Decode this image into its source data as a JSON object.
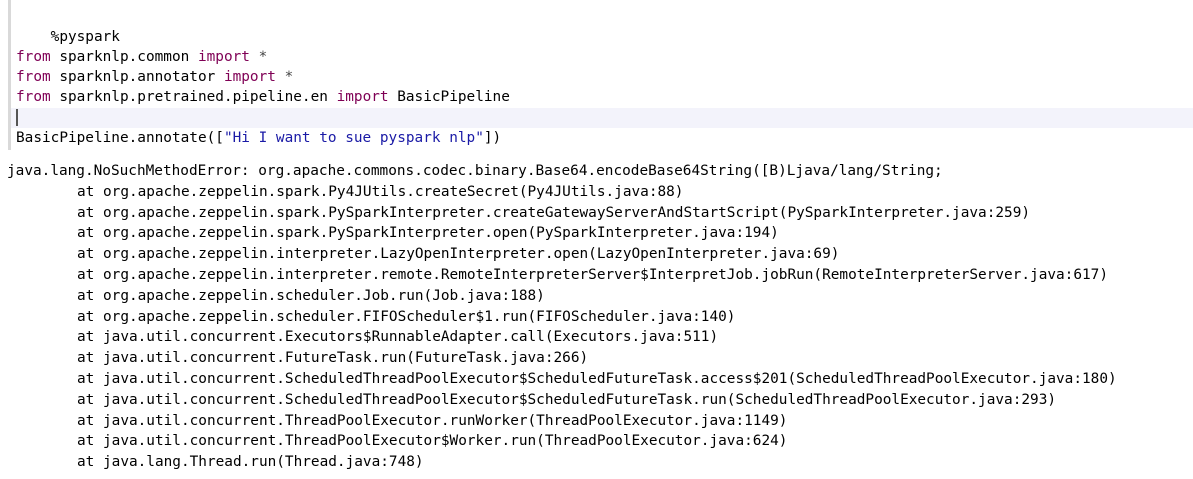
{
  "editor": {
    "magic": "%pyspark",
    "imports": [
      {
        "kw_from": "from",
        "module": " sparknlp.common ",
        "kw_import": "import",
        "target": " *"
      },
      {
        "kw_from": "from",
        "module": " sparknlp.annotator ",
        "kw_import": "import",
        "target": " *"
      },
      {
        "kw_from": "from",
        "module": " sparknlp.pretrained.pipeline.en ",
        "kw_import": "import",
        "target": " BasicPipeline"
      }
    ],
    "call": {
      "prefix": "BasicPipeline.annotate([",
      "string": "\"Hi I want to sue pyspark nlp\"",
      "suffix": "])"
    },
    "colors": {
      "keyword": "#7f0055",
      "string": "#1a1aa6",
      "active_line_bg": "#f3f3fb",
      "gutter_border": "#d9d9d9"
    }
  },
  "output": {
    "error": "java.lang.NoSuchMethodError: org.apache.commons.codec.binary.Base64.encodeBase64String([B)Ljava/lang/String;",
    "frames": [
      "at org.apache.zeppelin.spark.Py4JUtils.createSecret(Py4JUtils.java:88)",
      "at org.apache.zeppelin.spark.PySparkInterpreter.createGatewayServerAndStartScript(PySparkInterpreter.java:259)",
      "at org.apache.zeppelin.spark.PySparkInterpreter.open(PySparkInterpreter.java:194)",
      "at org.apache.zeppelin.interpreter.LazyOpenInterpreter.open(LazyOpenInterpreter.java:69)",
      "at org.apache.zeppelin.interpreter.remote.RemoteInterpreterServer$InterpretJob.jobRun(RemoteInterpreterServer.java:617)",
      "at org.apache.zeppelin.scheduler.Job.run(Job.java:188)",
      "at org.apache.zeppelin.scheduler.FIFOScheduler$1.run(FIFOScheduler.java:140)",
      "at java.util.concurrent.Executors$RunnableAdapter.call(Executors.java:511)",
      "at java.util.concurrent.FutureTask.run(FutureTask.java:266)",
      "at java.util.concurrent.ScheduledThreadPoolExecutor$ScheduledFutureTask.access$201(ScheduledThreadPoolExecutor.java:180)",
      "at java.util.concurrent.ScheduledThreadPoolExecutor$ScheduledFutureTask.run(ScheduledThreadPoolExecutor.java:293)",
      "at java.util.concurrent.ThreadPoolExecutor.runWorker(ThreadPoolExecutor.java:1149)",
      "at java.util.concurrent.ThreadPoolExecutor$Worker.run(ThreadPoolExecutor.java:624)",
      "at java.lang.Thread.run(Thread.java:748)"
    ]
  }
}
